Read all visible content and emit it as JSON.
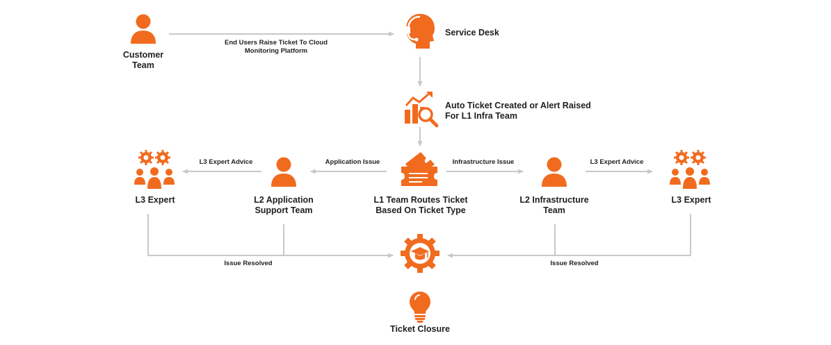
{
  "colors": {
    "accent": "#f16b1f",
    "connector": "#c8c8c8",
    "text": "#1f1f1f"
  },
  "nodes": {
    "customer": {
      "label": "Customer\nTeam",
      "icon": "person-icon"
    },
    "service_desk": {
      "label": "Service Desk",
      "icon": "headset-agent-icon"
    },
    "auto_ticket": {
      "label": "Auto Ticket Created or Alert Raised\nFor L1 Infra Team",
      "icon": "chart-magnifier-icon"
    },
    "l1": {
      "label": "L1 Team Routes Ticket\nBased On Ticket Type",
      "icon": "ticket-icon"
    },
    "l2_app": {
      "label": "L2 Application\nSupport Team",
      "icon": "person-icon"
    },
    "l2_infra": {
      "label": "L2 Infrastructure\nTeam",
      "icon": "person-icon"
    },
    "l3_left": {
      "label": "L3 Expert",
      "icon": "expert-group-icon"
    },
    "l3_right": {
      "label": "L3 Expert",
      "icon": "expert-group-icon"
    },
    "resolution_hub": {
      "label": "",
      "icon": "gear-graduation-cap-icon"
    },
    "closure": {
      "label": "Ticket Closure",
      "icon": "lightbulb-icon"
    }
  },
  "edges": {
    "raise_ticket": "End Users Raise Ticket To Cloud\nMonitoring Platform",
    "application_issue": "Application Issue",
    "infrastructure_issue": "Infrastructure Issue",
    "l3_advice_left": "L3 Expert Advice",
    "l3_advice_right": "L3 Expert Advice",
    "resolved_left": "Issue Resolved",
    "resolved_right": "Issue Resolved"
  }
}
